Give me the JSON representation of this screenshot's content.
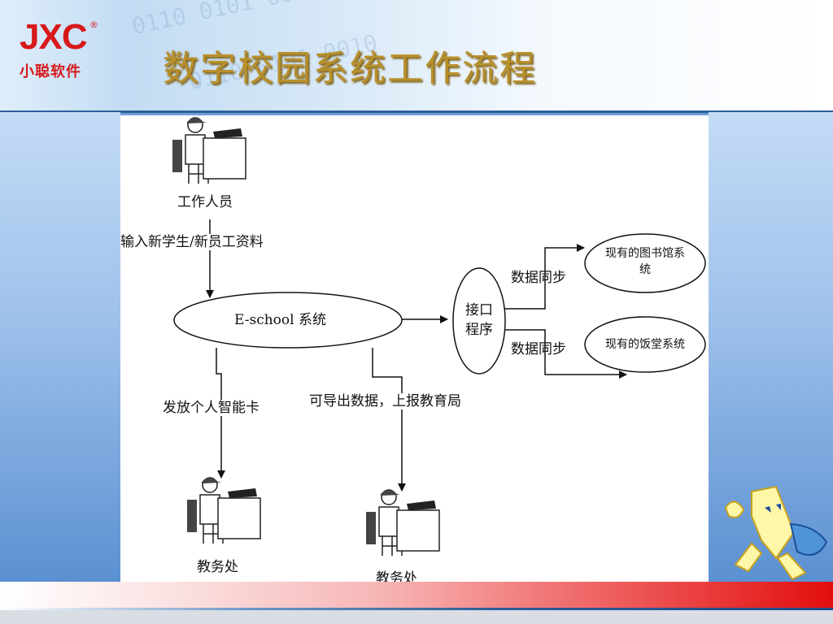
{
  "header": {
    "logo_brand": "JXC",
    "logo_reg": "®",
    "logo_subtitle": "小聪软件",
    "title": "数字校园系统工作流程",
    "binary_text": "0110 0101 0010"
  },
  "diagram": {
    "actor_top_label": "工作人员",
    "edge_input_label": "输入新学生/新员工资料",
    "main_system_label": "E-school 系统",
    "interface_label_line1": "接口",
    "interface_label_line2": "程序",
    "sync_label_top": "数据同步",
    "sync_label_bottom": "数据同步",
    "library_system_line1": "现有的图书馆系",
    "library_system_line2": "统",
    "canteen_system_label": "现有的饭堂系统",
    "edge_card_label": "发放个人智能卡",
    "edge_export_label": "可导出数据，上报教育局",
    "actor_left_label": "教务处",
    "actor_right_label": "教务处"
  },
  "colors": {
    "title_gold": "#b88f2a",
    "logo_red": "#d7191b",
    "header_line": "#2e5f9a",
    "footer_red": "#e20d0d"
  }
}
